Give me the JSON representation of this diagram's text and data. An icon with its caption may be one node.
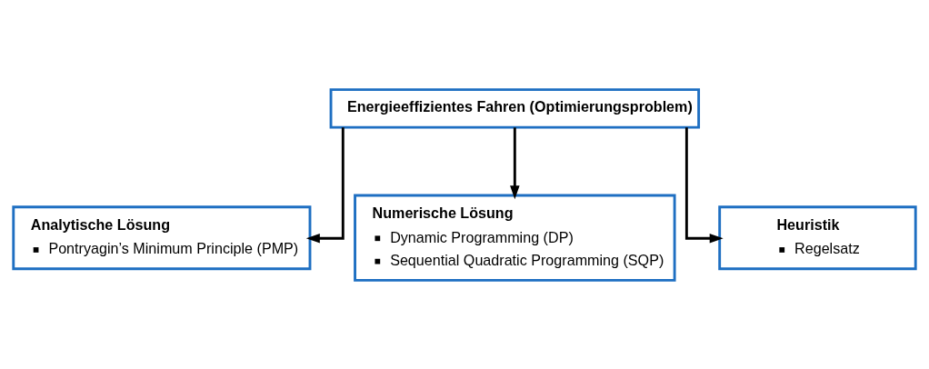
{
  "diagram": {
    "nodes": [
      {
        "text": [
          "Energieeffizientes Fahren (Optimierungsproblem)"
        ]
      },
      {
        "text": [
          "Analytische Lösung",
          "Pontryagin’s Minimum Principle (PMP)"
        ]
      },
      {
        "text": [
          "Numerische Lösung",
          "Dynamic Programming (DP)",
          "Sequential Quadratic Programming (SQP)"
        ]
      },
      {
        "text": [
          "Heuristik",
          "Regelsatz"
        ]
      }
    ],
    "edges": [
      {
        "from": 0,
        "to": 1,
        "arrow": "to"
      },
      {
        "from": 0,
        "to": 2,
        "arrow": "to"
      },
      {
        "from": 0,
        "to": 3,
        "arrow": "to"
      }
    ]
  }
}
